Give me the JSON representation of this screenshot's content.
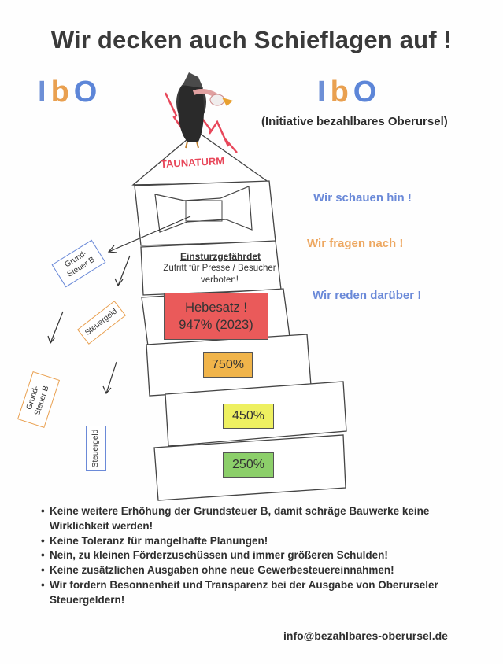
{
  "headline": "Wir decken auch Schieflagen auf !",
  "logo": {
    "part1": "I",
    "part2": "b",
    "part3": "O"
  },
  "org_name": "(Initiative bezahlbares Oberursel)",
  "slogans": [
    "Wir schauen hin !",
    "Wir fragen nach !",
    "Wir reden darüber !"
  ],
  "tower": {
    "name": "TAUNATURM",
    "warning_title": "Einsturzgefährdet",
    "warning_text": [
      "Zutritt für Presse / Besucher",
      "verboten!"
    ],
    "levels": [
      {
        "label": "Hebesatz !",
        "value": "947% (2023)",
        "color": "#ea5a5a"
      },
      {
        "value": "750%",
        "color": "#f0b44a"
      },
      {
        "value": "450%",
        "color": "#eef060"
      },
      {
        "value": "250%",
        "color": "#8ccf6a"
      }
    ]
  },
  "falling_cards": [
    {
      "line1": "Grund-",
      "line2": "Steuer B"
    },
    {
      "line1": "Steuergeld"
    },
    {
      "line1": "Grund-",
      "line2": "Steuer B"
    },
    {
      "line1": "Steuergeld"
    }
  ],
  "demands": [
    "Keine weitere Erhöhung der Grundsteuer B, damit schräge Bauwerke keine Wirklichkeit werden!",
    "Keine Toleranz für mangelhafte Planungen!",
    "Nein, zu kleinen Förderzuschüssen und immer größeren Schulden!",
    "Keine zusätzlichen Ausgaben ohne neue Gewerbesteuereinnahmen!",
    "Wir fordern Besonnenheit und Transparenz bei der Ausgabe von Oberurseler Steuergeldern!"
  ],
  "email": "info@bezahlbares-oberursel.de",
  "colors": {
    "blue": "#6a89d8",
    "orange": "#eda760",
    "red": "#e8475a"
  }
}
